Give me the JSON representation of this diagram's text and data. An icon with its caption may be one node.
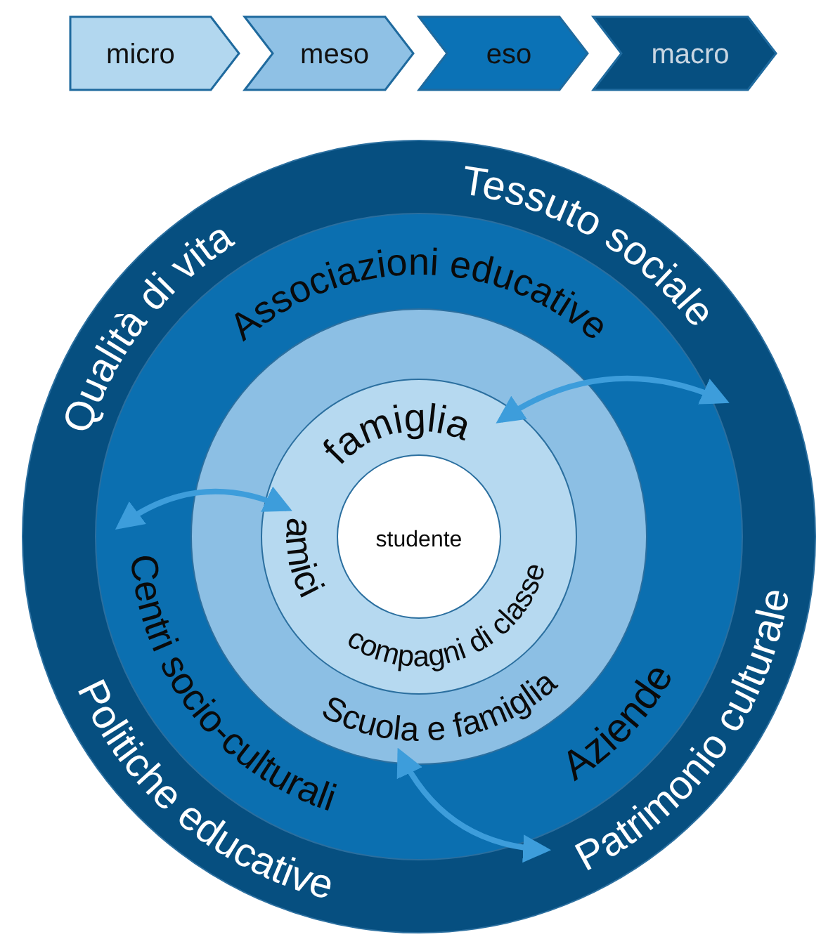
{
  "diagram": {
    "nodes": [
      {
        "text": [
          "micro"
        ]
      },
      {
        "text": [
          "meso"
        ]
      },
      {
        "text": [
          "eso"
        ]
      },
      {
        "text": [
          "macro"
        ]
      },
      {
        "text": [
          "Qualità di vita",
          "Tessuto sociale",
          "Politiche educative",
          "Patrimonio culturale"
        ]
      },
      {
        "text": [
          "Associazioni educative",
          "Centri socio-culturali",
          "Aziende"
        ],
        "in": 4
      },
      {
        "text": [
          "Scuola e famiglia"
        ],
        "in": 5
      },
      {
        "text": [
          "famiglia",
          "amici",
          "compagni di classe"
        ],
        "in": 6
      },
      {
        "text": [
          "studente"
        ],
        "in": 7
      }
    ],
    "edges": [
      {
        "from": 7,
        "to": 4,
        "arrow": "both"
      },
      {
        "from": 5,
        "to": 7,
        "arrow": "both"
      },
      {
        "from": 6,
        "to": 4,
        "arrow": "both"
      }
    ]
  }
}
